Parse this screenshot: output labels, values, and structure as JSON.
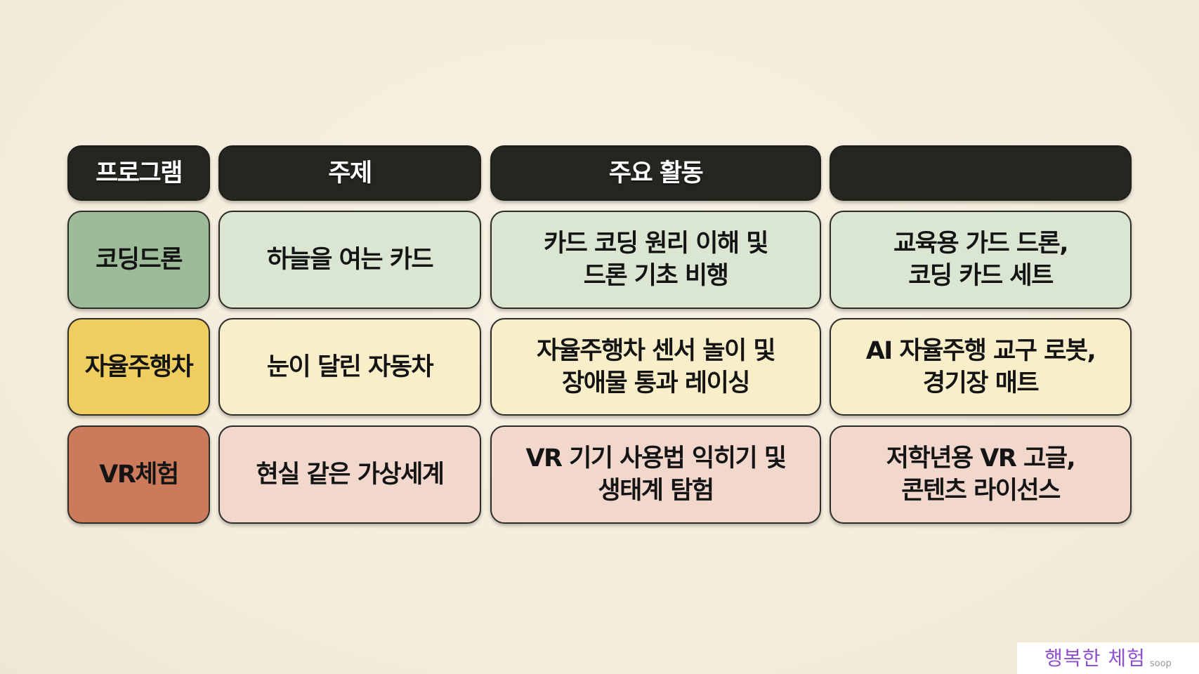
{
  "header": [
    "프로그램",
    "주제",
    "주요 활동",
    ""
  ],
  "rows": [
    {
      "program": "코딩드론",
      "topic": "하늘을 여는 카드",
      "activity": "카드 코딩 원리 이해 및\n드론 기초 비행",
      "materials": "교육용 가드 드론,\n코딩 카드 세트"
    },
    {
      "program": "자율주행차",
      "topic": "눈이 달린 자동차",
      "activity": "자율주행차 센서 놀이 및\n장애물 통과 레이싱",
      "materials": "AI 자율주행 교구 로봇,\n경기장 매트"
    },
    {
      "program": "VR체험",
      "topic": "현실 같은 가상세계",
      "activity": "VR 기기 사용법 익히기 및\n생태계 탐험",
      "materials": "저학년용 VR 고글,\n콘텐츠 라이선스"
    }
  ],
  "watermark": {
    "title": "행복한 체험",
    "sub": "soop"
  },
  "colors": {
    "header": "#262620",
    "green": "#9dbb98",
    "yellow": "#f0cd5f",
    "red": "#cb7a5b"
  }
}
